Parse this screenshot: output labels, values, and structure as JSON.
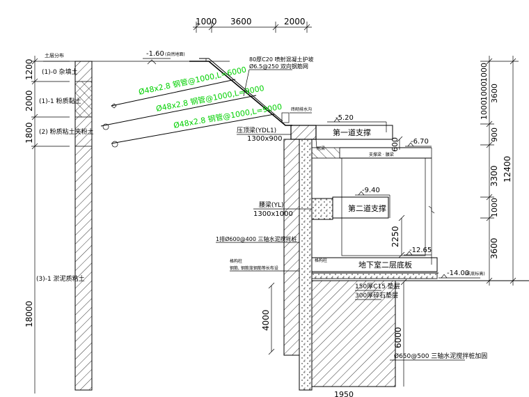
{
  "top_dims": [
    "1000",
    "3600",
    "2000"
  ],
  "left": {
    "dims": [
      "1200",
      "2000",
      "1800",
      "18000"
    ],
    "ground_label": "土层分布",
    "layers": [
      "(1)-0 杂填土",
      "(1)-1 粉质黏土",
      "(2) 粉质粘土夹粉土",
      "(3)-1 淤泥质粘土"
    ]
  },
  "slope": {
    "top_elev": "-1.60",
    "top_elev_note": "(自然地面)",
    "facing_1": "80厚C20 喷射混凝土护坡",
    "facing_2": "Ø6.5@250 双向钢筋网",
    "nails": [
      "Ø48x2.8 钢管@1000,L=6000",
      "Ø48x2.8 钢管@1000,L=9000",
      "Ø48x2.8 钢管@1000,L=9000"
    ],
    "toe_note": "砖砌排水沟"
  },
  "beams": {
    "crown_beam_1": "压顶梁(YDL1)",
    "crown_beam_1_size": "1300x900",
    "wale": "腰梁(YL)",
    "wale_size": "1300x1000",
    "pile_note": "1排Ø600@400 三轴水泥搅拌桩",
    "left_note_1": "格构柱",
    "left_note_2": "钢筋, 钢筋笼钢筋等长布设",
    "small_label": "冠梁",
    "small_label_2": "格构柱",
    "top_box_label": "支撑梁 · 腰梁"
  },
  "supports": {
    "first": "第一道支撑",
    "second": "第二道支撑",
    "floor": "地下室二层底板"
  },
  "elevations": [
    "-5.20",
    "-6.70",
    "-9.40",
    "-12.65",
    "-14.00"
  ],
  "elev_note": "(坑底标高)",
  "inner_dims": [
    "600",
    "2250",
    "4000",
    "6000"
  ],
  "bottom": {
    "cushion_1": "150厚C15 垫层",
    "cushion_2": "300厚碎石垫层",
    "reinforce": "Ø650@500 三轴水泥搅拌桩加固",
    "cut_dim": "1950"
  },
  "right_dims": [
    "1000",
    "1000",
    "1000",
    "3600",
    "900",
    "3300",
    "1000",
    "3600"
  ],
  "total_dim": "12400"
}
